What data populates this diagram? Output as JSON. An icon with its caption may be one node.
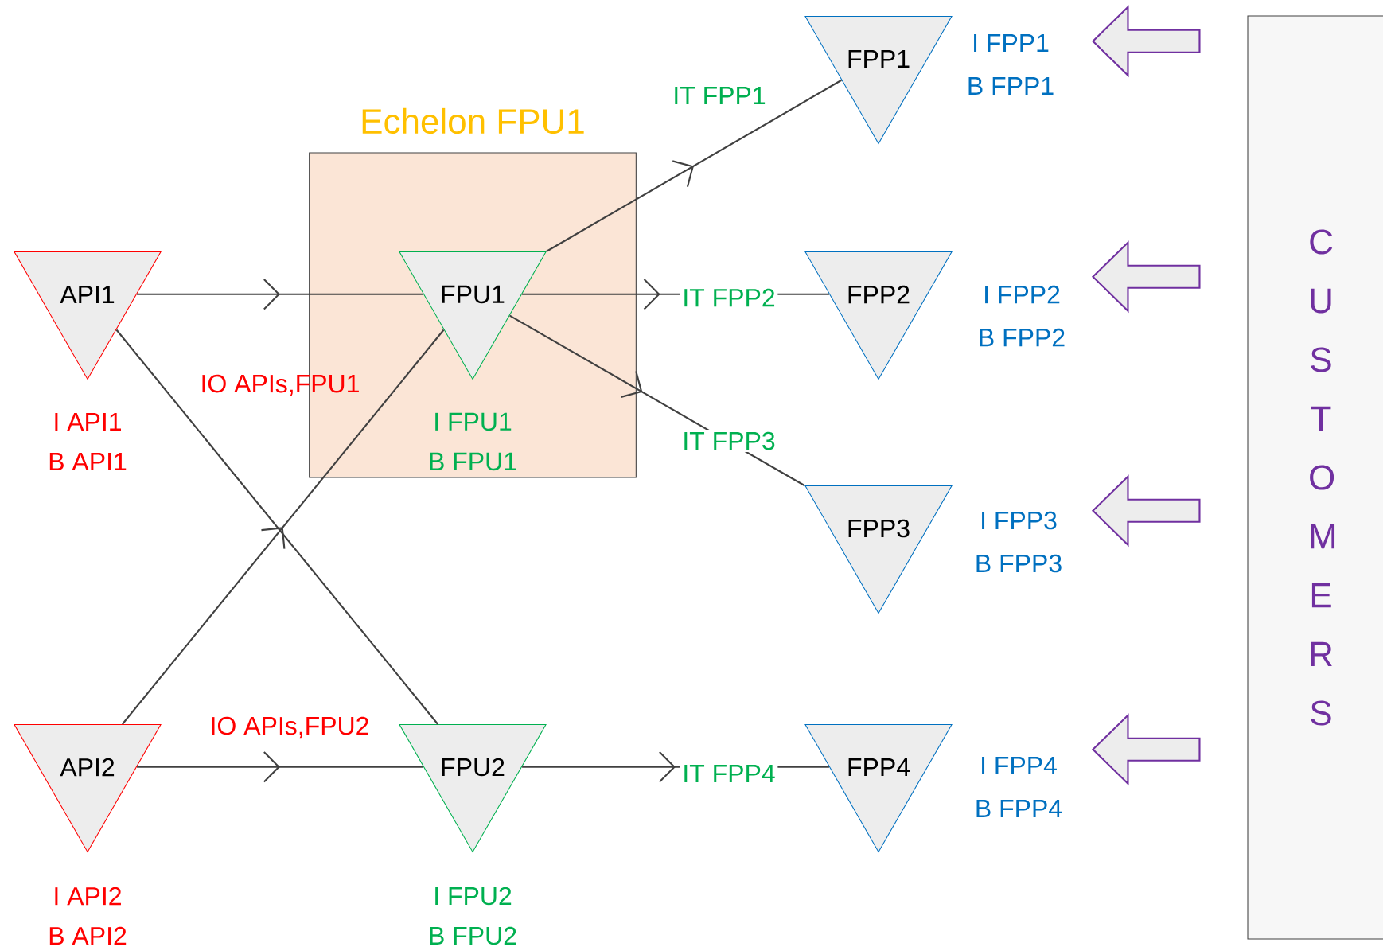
{
  "diagram": {
    "nodes": [
      {
        "text": [
          "Echelon FPU1"
        ]
      },
      {
        "text": [
          "API1"
        ],
        "beside": [
          "I API1",
          "B API1"
        ]
      },
      {
        "text": [
          "FPU1"
        ],
        "in": 0,
        "beside": [
          "I FPU1",
          "B FPU1"
        ]
      },
      {
        "text": [
          "API2"
        ],
        "beside": [
          "I API2",
          "B API2"
        ]
      },
      {
        "text": [
          "FPU2"
        ],
        "beside": [
          "I FPU2",
          "B FPU2"
        ]
      },
      {
        "text": [
          "FPP1"
        ],
        "beside": [
          "I FPP1",
          "B FPP1"
        ]
      },
      {
        "text": [
          "FPP2"
        ],
        "beside": [
          "I FPP2",
          "B FPP2"
        ]
      },
      {
        "text": [
          "FPP3"
        ],
        "beside": [
          "I FPP3",
          "B FPP3"
        ]
      },
      {
        "text": [
          "FPP4"
        ],
        "beside": [
          "I FPP4",
          "B FPP4"
        ]
      },
      {
        "text": [
          "C U S T O M E R S"
        ]
      }
    ],
    "edges": [
      {
        "from": 1,
        "to": 2,
        "arrow": "to"
      },
      {
        "from": 1,
        "to": 4,
        "arrow": "none"
      },
      {
        "from": 3,
        "to": 2,
        "arrow": "to"
      },
      {
        "from": 3,
        "to": 4,
        "arrow": "to"
      },
      {
        "from": 2,
        "to": 5,
        "arrow": "to",
        "label": "IT FPP1"
      },
      {
        "from": 2,
        "to": 6,
        "arrow": "to",
        "label": "IT FPP2"
      },
      {
        "from": 2,
        "to": 7,
        "arrow": "to",
        "label": "IT FPP3"
      },
      {
        "from": 4,
        "to": 8,
        "arrow": "to",
        "label": "IT FPP4"
      },
      {
        "from": 9,
        "to": 5,
        "arrow": "to",
        "style": "thick",
        "color": "#7030a0"
      },
      {
        "from": 9,
        "to": 6,
        "arrow": "to",
        "style": "thick",
        "color": "#7030a0"
      },
      {
        "from": 9,
        "to": 7,
        "arrow": "to",
        "style": "thick",
        "color": "#7030a0"
      },
      {
        "from": 9,
        "to": 8,
        "arrow": "to",
        "style": "thick",
        "color": "#7030a0"
      }
    ],
    "labels": [
      "IO APIs,FPU1",
      "IO APIs,FPU2"
    ]
  }
}
